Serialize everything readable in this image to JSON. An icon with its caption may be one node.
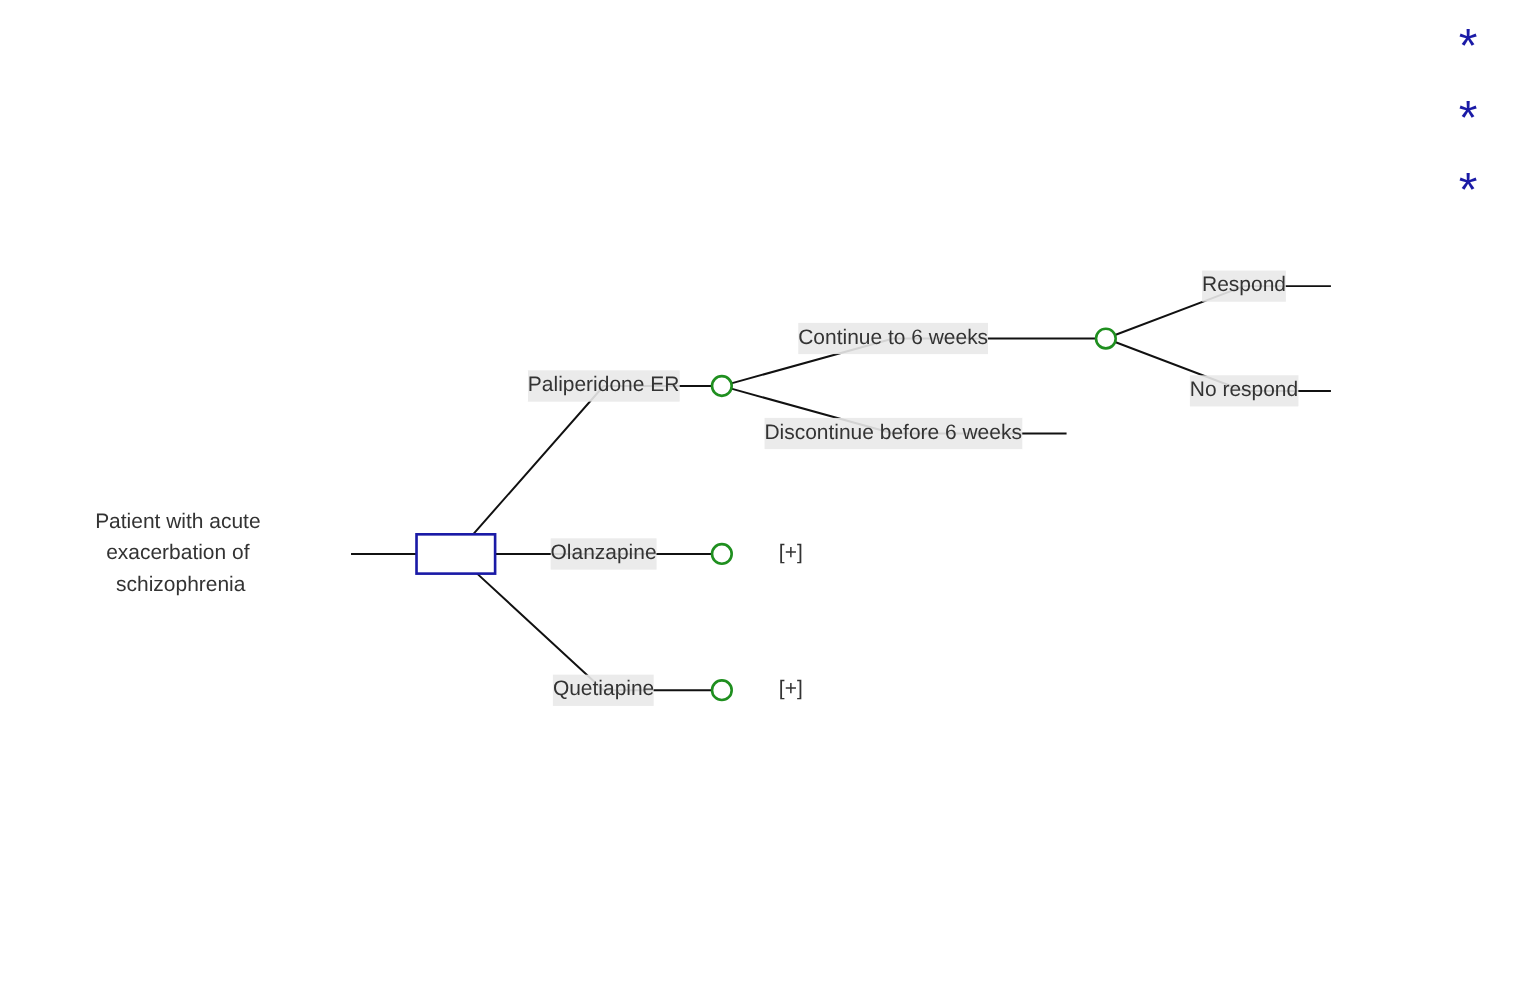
{
  "diagram": {
    "nodes": [
      {
        "text": [
          "Patient with acute exacerbation of schizophrenia"
        ]
      },
      {
        "text": [],
        "shape": "box"
      },
      {
        "text": [],
        "shape": "circle"
      },
      {
        "text": [],
        "shape": "circle",
        "beside": [
          "[+]"
        ]
      },
      {
        "text": [],
        "shape": "circle",
        "beside": [
          "[+]"
        ]
      },
      {
        "text": [],
        "shape": "circle"
      }
    ],
    "edges": [
      {
        "from": 0,
        "to": 1,
        "arrow": "none"
      },
      {
        "from": 1,
        "to": 2,
        "label": "Paliperidone ER",
        "arrow": "none"
      },
      {
        "from": 1,
        "to": 3,
        "label": "Olanzapine",
        "arrow": "none"
      },
      {
        "from": 1,
        "to": 4,
        "label": "Quetiapine",
        "arrow": "none"
      },
      {
        "from": 2,
        "to": 5,
        "label": "Continue to 6 weeks",
        "arrow": "none"
      },
      {
        "from": 5,
        "to": null,
        "label": "Respond",
        "arrow": "none"
      },
      {
        "from": 5,
        "to": null,
        "label": "No respond",
        "arrow": "none"
      },
      {
        "from": 2,
        "to": null,
        "label": "Discontinue before 6 weeks",
        "arrow": "none"
      }
    ],
    "labels": [
      "*",
      "*",
      "*"
    ]
  }
}
